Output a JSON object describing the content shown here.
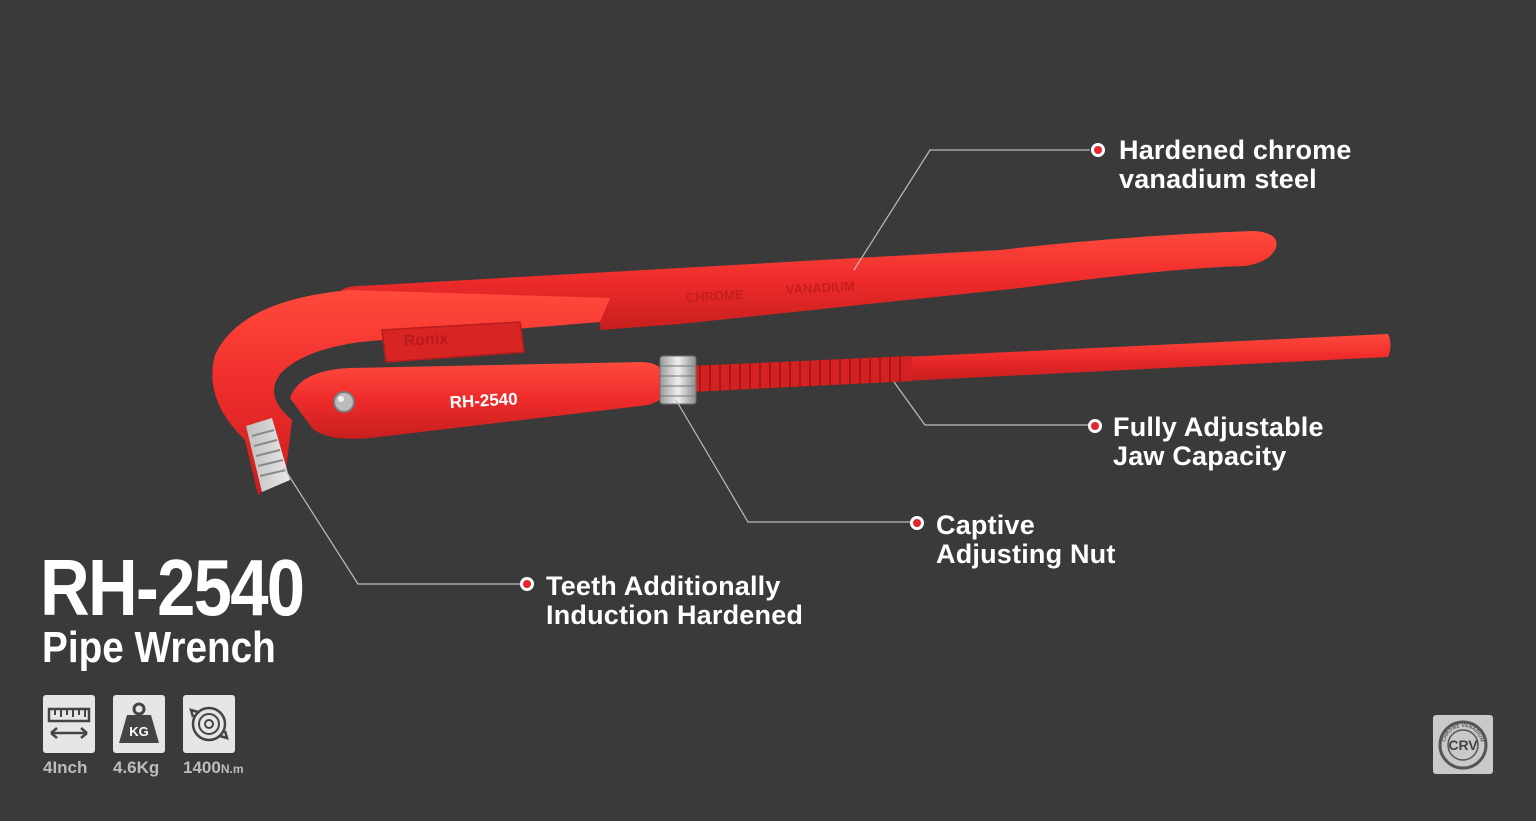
{
  "product": {
    "model": "RH-2540",
    "name": "Pipe Wrench",
    "stamp_model": "RH-2540",
    "stamp_brand": "Ronix",
    "stamp_chrome": "CHROME",
    "stamp_vanadium": "VANADIUM"
  },
  "callouts": [
    {
      "id": "steel",
      "line1": "Hardened chrome",
      "line2": "vanadium steel"
    },
    {
      "id": "jaw",
      "line1": "Fully Adjustable",
      "line2": "Jaw Capacity"
    },
    {
      "id": "nut",
      "line1": "Captive",
      "line2": "Adjusting Nut"
    },
    {
      "id": "teeth",
      "line1": "Teeth Additionally",
      "line2": "Induction Hardened"
    }
  ],
  "specs": [
    {
      "icon": "ruler-icon",
      "value": "4Inch",
      "unit": ""
    },
    {
      "icon": "weight-icon",
      "value": "4.6K",
      "unit": "g",
      "icon_text": "KG"
    },
    {
      "icon": "torque-icon",
      "value": "1400",
      "unit": "N.m"
    }
  ],
  "badge": {
    "icon": "crv-badge-icon",
    "text": "CRV",
    "ring_text": "CHROME VANADIUM"
  },
  "colors": {
    "background": "#3a3a3a",
    "tool_red": "#ee2b2b",
    "tool_red_dark": "#c81e1e",
    "callout_dot": "#e3262e",
    "text": "#ffffff"
  }
}
